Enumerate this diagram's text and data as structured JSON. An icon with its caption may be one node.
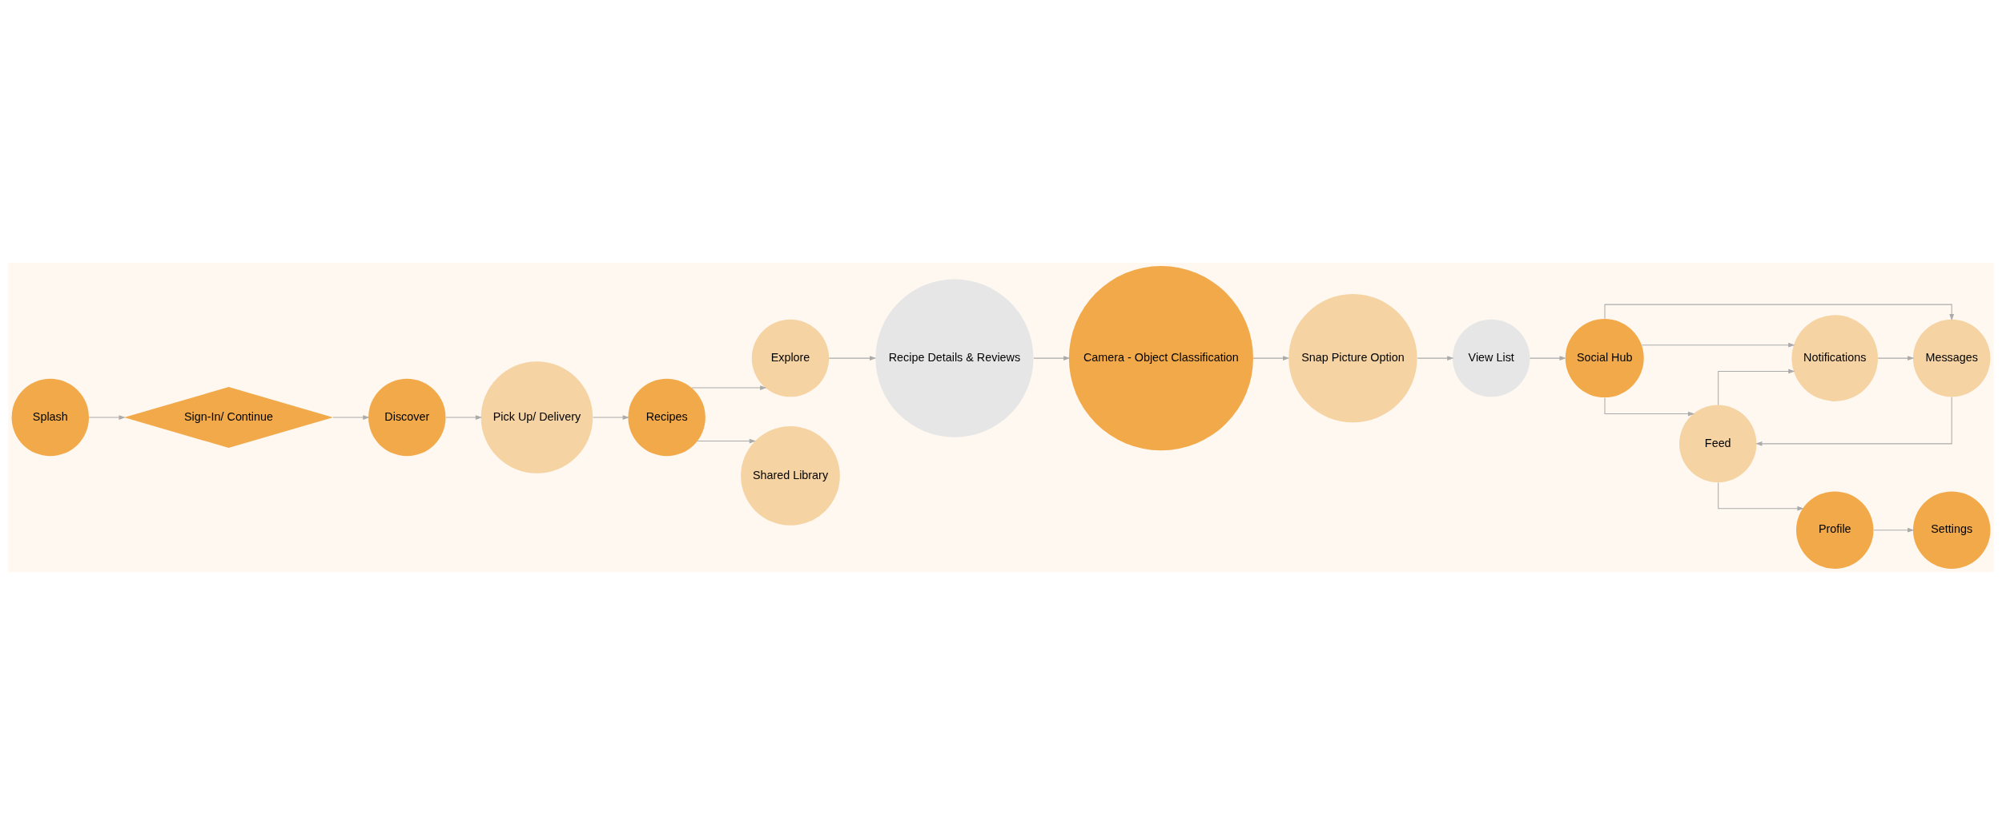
{
  "diagram": {
    "nodes": [
      {
        "text": [
          "Splash"
        ]
      },
      {
        "text": [
          "Sign-In/ Continue"
        ]
      },
      {
        "text": [
          "Discover"
        ]
      },
      {
        "text": [
          "Pick Up/ Delivery"
        ]
      },
      {
        "text": [
          "Recipes"
        ]
      },
      {
        "text": [
          "Explore"
        ]
      },
      {
        "text": [
          "Shared Library"
        ]
      },
      {
        "text": [
          "Recipe Details & Reviews"
        ]
      },
      {
        "text": [
          "Camera - Object Classification"
        ]
      },
      {
        "text": [
          "Snap Picture Option"
        ]
      },
      {
        "text": [
          "View List"
        ]
      },
      {
        "text": [
          "Social Hub"
        ]
      },
      {
        "text": [
          "Feed"
        ]
      },
      {
        "text": [
          "Notifications"
        ]
      },
      {
        "text": [
          "Messages"
        ]
      },
      {
        "text": [
          "Profile"
        ]
      },
      {
        "text": [
          "Settings"
        ]
      }
    ],
    "edges": [
      {
        "from": 0,
        "to": 1,
        "arrow": "to"
      },
      {
        "from": 1,
        "to": 2,
        "arrow": "to"
      },
      {
        "from": 2,
        "to": 3,
        "arrow": "to"
      },
      {
        "from": 3,
        "to": 4,
        "arrow": "to"
      },
      {
        "from": 4,
        "to": 5,
        "arrow": "to"
      },
      {
        "from": 4,
        "to": 6,
        "arrow": "to"
      },
      {
        "from": 5,
        "to": 7,
        "arrow": "to"
      },
      {
        "from": 7,
        "to": 8,
        "arrow": "to"
      },
      {
        "from": 8,
        "to": 9,
        "arrow": "to"
      },
      {
        "from": 9,
        "to": 10,
        "arrow": "to"
      },
      {
        "from": 10,
        "to": 11,
        "arrow": "to"
      },
      {
        "from": 11,
        "to": 12,
        "arrow": "to"
      },
      {
        "from": 11,
        "to": 13,
        "arrow": "to"
      },
      {
        "from": 11,
        "to": 14,
        "arrow": "to"
      },
      {
        "from": 12,
        "to": 13,
        "arrow": "to"
      },
      {
        "from": 13,
        "to": 14,
        "arrow": "to"
      },
      {
        "from": 14,
        "to": 12,
        "arrow": "to"
      },
      {
        "from": 12,
        "to": 15,
        "arrow": "to"
      },
      {
        "from": 15,
        "to": 16,
        "arrow": "to"
      }
    ]
  }
}
